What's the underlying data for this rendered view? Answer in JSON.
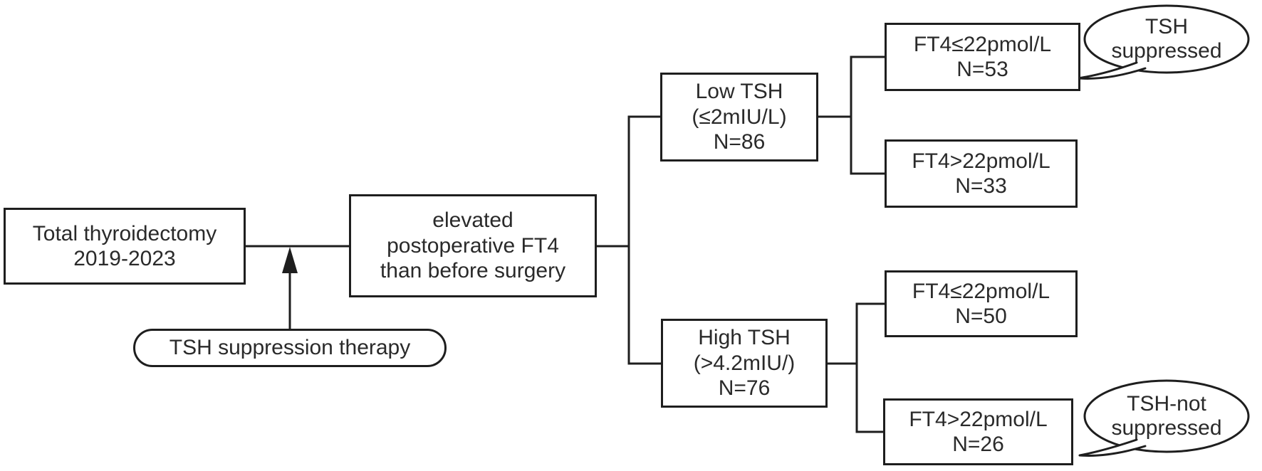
{
  "nodes": {
    "total": {
      "label": "Total thyroidectomy\n2019-2023"
    },
    "elevated": {
      "label": "elevated\npostoperative FT4\nthan before surgery"
    },
    "therapy": {
      "label": "TSH suppression therapy"
    },
    "low_tsh": {
      "label": "Low TSH\n(≤2mIU/L)\nN=86"
    },
    "high_tsh": {
      "label": "High TSH\n(>4.2mIU/)\nN=76"
    },
    "low_ft4_le": {
      "label": "FT4≤22pmol/L\nN=53"
    },
    "low_ft4_gt": {
      "label": "FT4>22pmol/L\nN=33"
    },
    "high_ft4_le": {
      "label": "FT4≤22pmol/L\nN=50"
    },
    "high_ft4_gt": {
      "label": "FT4>22pmol/L\nN=26"
    }
  },
  "callouts": {
    "suppressed": {
      "label": "TSH\nsuppressed"
    },
    "not_suppressed": {
      "label": "TSH-not\nsuppressed"
    }
  },
  "colors": {
    "line": "#1e1e1e",
    "text": "#2a2a2a",
    "background": "#ffffff"
  }
}
